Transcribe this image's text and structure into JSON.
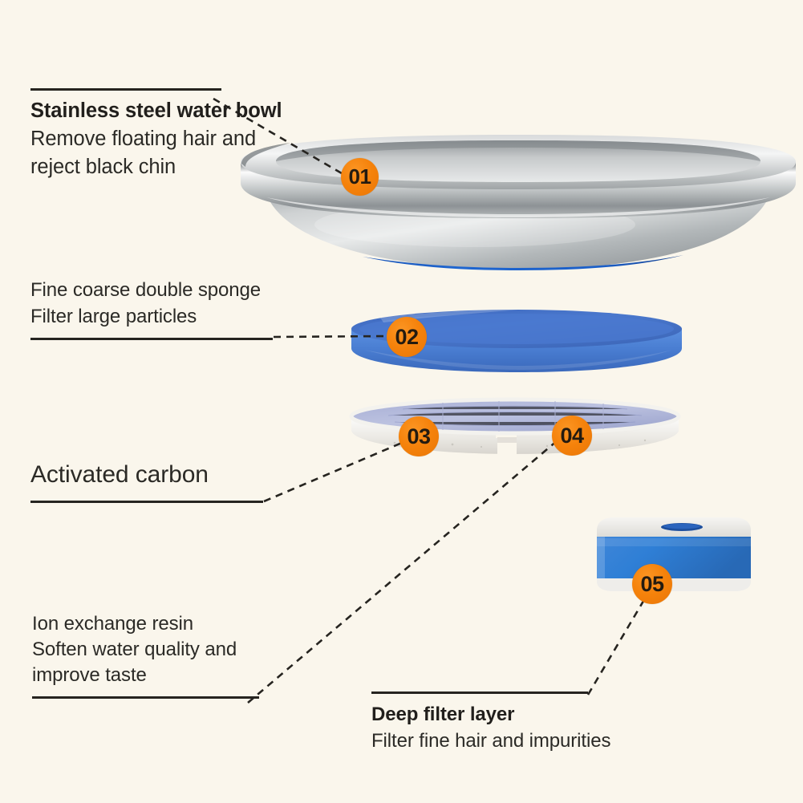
{
  "page": {
    "title": "Pet water fountain filter layers",
    "background_color": "#faf6ec",
    "accent_color": "#f5820b",
    "text_color": "#2b2a26"
  },
  "callouts": [
    {
      "number": "01",
      "heading": "Stainless steel water bowl",
      "lines": [
        "Remove floating hair and",
        "reject black chin"
      ],
      "rule_position": "above"
    },
    {
      "number": "02",
      "heading": "Fine coarse double sponge",
      "lines": [
        "Filter large particles"
      ],
      "rule_position": "below"
    },
    {
      "number": "03",
      "heading": "Activated carbon",
      "lines": [],
      "rule_position": "below"
    },
    {
      "number": "04",
      "heading": "Ion exchange resin",
      "lines": [
        "Soften water quality and",
        "improve taste"
      ],
      "rule_position": "below"
    },
    {
      "number": "05",
      "heading": "Deep filter layer",
      "lines": [
        "Filter fine hair and impurities"
      ],
      "rule_position": "above"
    }
  ],
  "labels": {
    "c1_heading": "Stainless steel water bowl",
    "c1_l1": "Remove floating hair and",
    "c1_l2": "reject black chin",
    "c2_l1": "Fine coarse double sponge",
    "c2_l2": "Filter large particles",
    "c3_l1": "Activated carbon",
    "c4_l1": "Ion exchange resin",
    "c4_l2": "Soften water quality and",
    "c4_l3": "improve taste",
    "c5_heading": "Deep filter layer",
    "c5_l1": "Filter fine hair and impurities"
  },
  "badges": {
    "b1": "01",
    "b2": "02",
    "b3": "03",
    "b4": "04",
    "b5": "05"
  },
  "parts": [
    {
      "id": "stainless-steel-bowl",
      "badge": "01",
      "colors": {
        "body": "#b9bcbd",
        "highlight": "#f0f1f1",
        "shadow": "#7e8284",
        "accent": "#1b5fc8"
      }
    },
    {
      "id": "double-sponge-disc",
      "badge": "02",
      "colors": {
        "top": "#4472c8",
        "side": "#4f86d8",
        "edge": "#2f5bb0"
      }
    },
    {
      "id": "activated-carbon-disc",
      "badge": "03",
      "colors": {
        "top": "#b8bedd",
        "side": "#f2f1ef",
        "edge": "#d6d4cf"
      }
    },
    {
      "id": "ion-exchange-resin-disc",
      "badge": "04",
      "colors": {
        "top": "#b8bedd",
        "side": "#f2f1ef",
        "edge": "#d6d4cf"
      }
    },
    {
      "id": "deep-filter-block",
      "badge": "05",
      "colors": {
        "band": "#2f7fd6",
        "top": "#e7e6e2",
        "hole": "#1d4f9e"
      }
    }
  ]
}
